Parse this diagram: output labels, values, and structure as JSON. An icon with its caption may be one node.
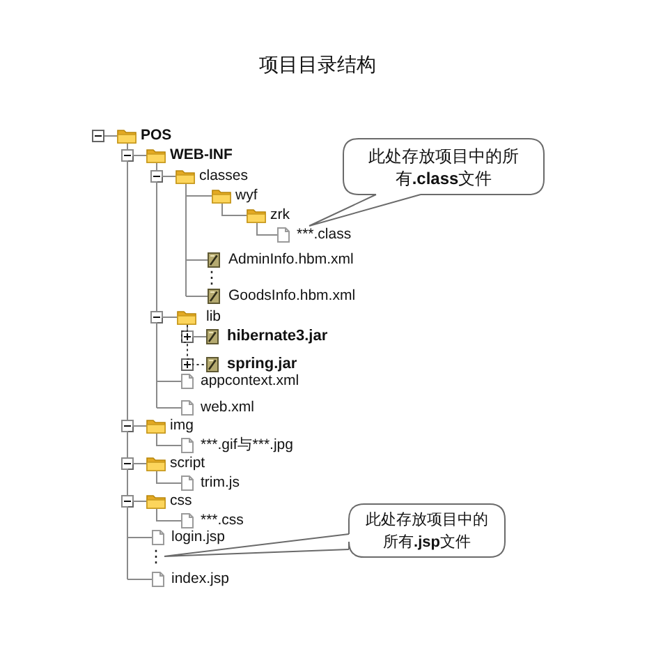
{
  "diagram": {
    "title": "项目目录结构",
    "nodes": [
      {
        "text": [
          "POS"
        ]
      },
      {
        "text": [
          "WEB-INF"
        ]
      },
      {
        "text": [
          "classes"
        ]
      },
      {
        "text": [
          "wyf"
        ]
      },
      {
        "text": [
          "zrk"
        ]
      },
      {
        "text": [
          "***.class"
        ]
      },
      {
        "text": [
          "AdminInfo.hbm.xml"
        ]
      },
      {
        "text": [
          "GoodsInfo.hbm.xml"
        ]
      },
      {
        "text": [
          "lib"
        ]
      },
      {
        "text": [
          "hibernate3.jar"
        ]
      },
      {
        "text": [
          "spring.jar"
        ]
      },
      {
        "text": [
          "appcontext.xml"
        ]
      },
      {
        "text": [
          "web.xml"
        ]
      },
      {
        "text": [
          "img"
        ]
      },
      {
        "text": [
          "***.gif与***.jpg"
        ]
      },
      {
        "text": [
          "script"
        ]
      },
      {
        "text": [
          "trim.js"
        ]
      },
      {
        "text": [
          "css"
        ]
      },
      {
        "text": [
          "***.css"
        ]
      },
      {
        "text": [
          "login.jsp"
        ]
      },
      {
        "text": [
          "⋮"
        ]
      },
      {
        "text": [
          "index.jsp"
        ]
      },
      {
        "text": [
          "此处存放项目中的所有**.class**文件"
        ]
      },
      {
        "text": [
          "此处存放项目中的所有**.jsp**文件"
        ]
      }
    ],
    "edges": [
      {
        "from": 0,
        "to": 1,
        "arrow": "none"
      },
      {
        "from": 1,
        "to": 2,
        "arrow": "none"
      },
      {
        "from": 2,
        "to": 3,
        "arrow": "none"
      },
      {
        "from": 3,
        "to": 4,
        "arrow": "none"
      },
      {
        "from": 4,
        "to": 5,
        "arrow": "none"
      },
      {
        "from": 2,
        "to": 6,
        "arrow": "none"
      },
      {
        "from": 2,
        "to": 7,
        "arrow": "none"
      },
      {
        "from": 1,
        "to": 8,
        "arrow": "none"
      },
      {
        "from": 8,
        "to": 9,
        "arrow": "none"
      },
      {
        "from": 8,
        "to": 10,
        "arrow": "none",
        "style": "dashed"
      },
      {
        "from": 1,
        "to": 11,
        "arrow": "none"
      },
      {
        "from": 1,
        "to": 12,
        "arrow": "none"
      },
      {
        "from": 0,
        "to": 13,
        "arrow": "none"
      },
      {
        "from": 13,
        "to": 14,
        "arrow": "none"
      },
      {
        "from": 0,
        "to": 15,
        "arrow": "none"
      },
      {
        "from": 15,
        "to": 16,
        "arrow": "none"
      },
      {
        "from": 0,
        "to": 17,
        "arrow": "none"
      },
      {
        "from": 17,
        "to": 18,
        "arrow": "none"
      },
      {
        "from": 0,
        "to": 19,
        "arrow": "none"
      },
      {
        "from": 0,
        "to": 21,
        "arrow": "none"
      },
      {
        "from": 22,
        "to": 5,
        "arrow": "none"
      },
      {
        "from": 23,
        "to": 20,
        "arrow": "none"
      }
    ],
    "labels": [
      "⋮"
    ]
  }
}
